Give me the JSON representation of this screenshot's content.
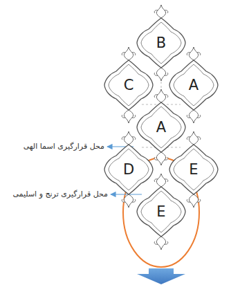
{
  "diagram": {
    "nodes": [
      {
        "text": [
          "B"
        ]
      },
      {
        "text": [
          "C"
        ]
      },
      {
        "text": [
          "A"
        ]
      },
      {
        "text": [
          "A"
        ]
      },
      {
        "text": [
          "D"
        ]
      },
      {
        "text": [
          "E"
        ]
      },
      {
        "text": [
          "E"
        ]
      }
    ],
    "labels": [
      "محل قرارگیری اسما الهی",
      "محل قرارگیری ترنج و اسلیمی"
    ]
  }
}
